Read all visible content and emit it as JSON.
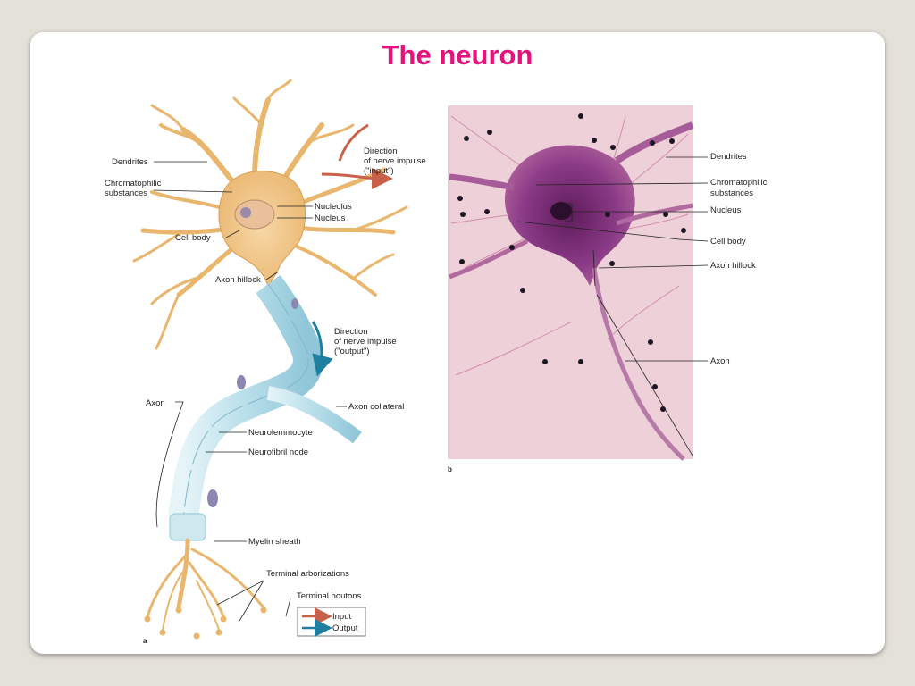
{
  "slide": {
    "title": "The neuron"
  },
  "panel_a": {
    "tag": "a",
    "labels": {
      "dendrites": "Dendrites",
      "chromatophilic_1": "Chromatophilic",
      "chromatophilic_2": "substances",
      "nucleolus": "Nucleolus",
      "nucleus": "Nucleus",
      "cell_body": "Cell body",
      "axon_hillock": "Axon hillock",
      "axon": "Axon",
      "axon_collateral": "Axon collateral",
      "neurolemmocyte": "Neurolemmocyte",
      "neurofibril_node": "Neurofibril node",
      "myelin_sheath": "Myelin sheath",
      "terminal_arborizations": "Terminal arborizations",
      "terminal_boutons": "Terminal boutons",
      "dir_in_1": "Direction",
      "dir_in_2": "of nerve impulse",
      "dir_in_3": "(\"input\")",
      "dir_out_1": "Direction",
      "dir_out_2": "of nerve impulse",
      "dir_out_3": "(\"output\")"
    },
    "legend": {
      "input": "Input",
      "output": "Output"
    }
  },
  "panel_b": {
    "tag": "b",
    "labels": {
      "dendrites": "Dendrites",
      "chromatophilic_1": "Chromatophilic",
      "chromatophilic_2": "substances",
      "nucleus": "Nucleus",
      "cell_body": "Cell body",
      "axon_hillock": "Axon hillock",
      "axon": "Axon"
    }
  },
  "colors": {
    "title": "#e3127d",
    "input_arrow": "#c9604a",
    "output_arrow": "#1f7fa0",
    "neuron": "#f3c98b",
    "myelin": "#c4e4ee",
    "tissue": "#f2dde3",
    "stain": "#8a2f7a"
  }
}
